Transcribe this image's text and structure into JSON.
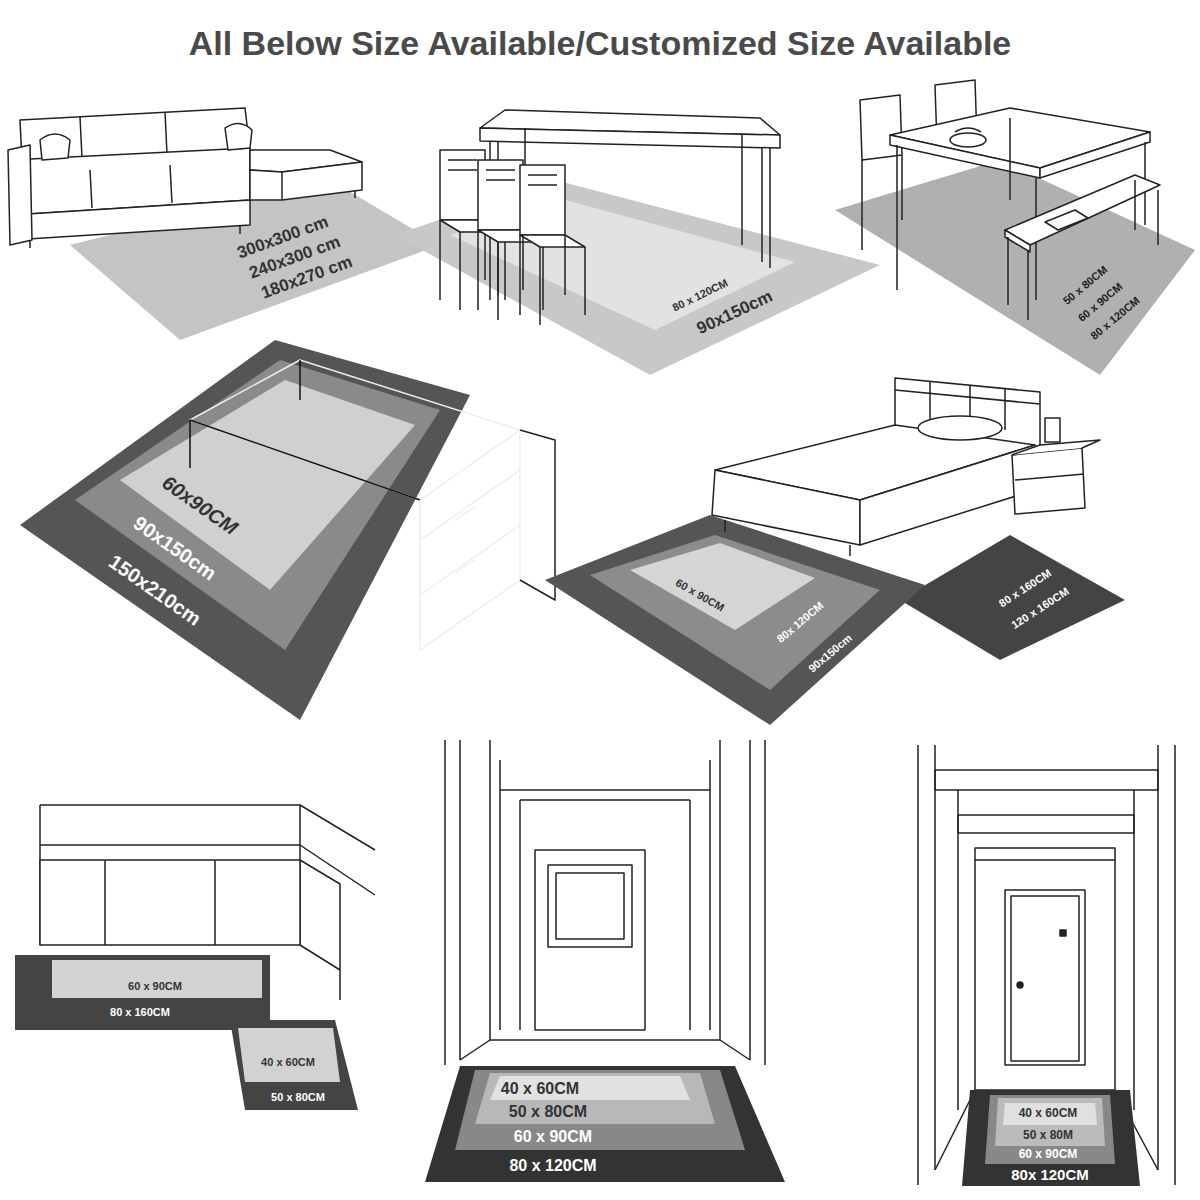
{
  "diagram": {
    "title": "All Below Size Available/Customized Size Available",
    "labels": [
      "300x300 cm",
      "240x300 cm",
      "180x270 cm",
      "80 x 120CM",
      "90x150cm",
      "50 x 80CM",
      "60 x 90CM",
      "80 x 120CM",
      "60x90CM",
      "90x150cm",
      "150x210cm",
      "60 x 90CM",
      "80x 120CM",
      "90x150cm",
      "80 x 160CM",
      "120 x 160CM",
      "60 x 90CM",
      "80 x 160CM",
      "40 x 60CM",
      "50 x 80CM",
      "40 x 60CM",
      "50 x 80CM",
      "60 x 90CM",
      "80 x 120CM",
      "40 x 60CM",
      "50 x 80M",
      "60 x 90CM",
      "80x 120CM"
    ]
  }
}
